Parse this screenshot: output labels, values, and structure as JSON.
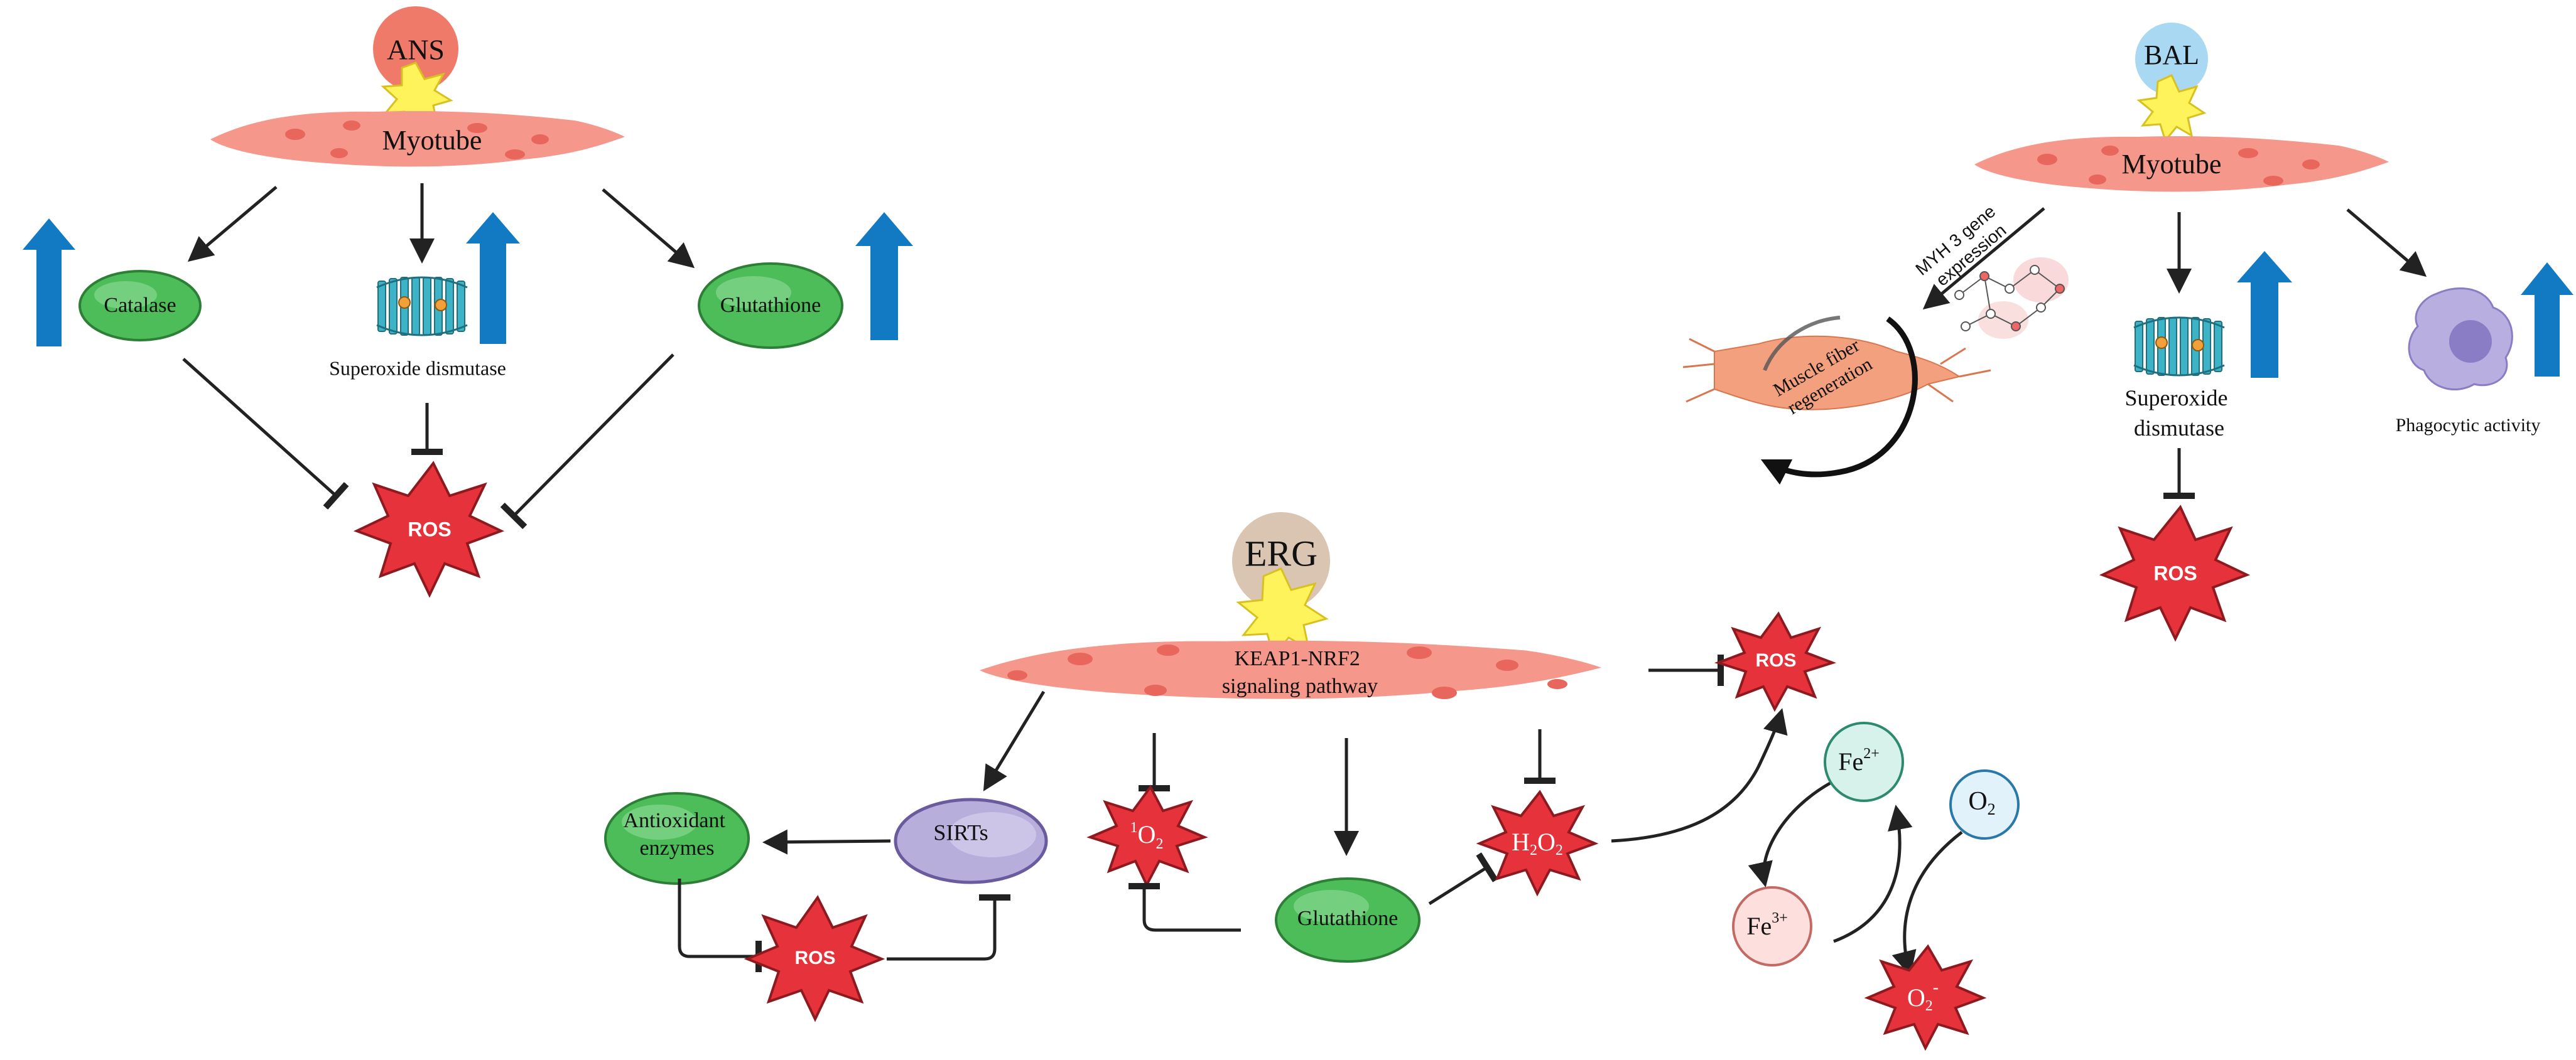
{
  "panels": {
    "ans": {
      "compound": "ANS",
      "cell": "Myotube",
      "catalase": "Catalase",
      "sod": "Superoxide dismutase",
      "glutathione": "Glutathione",
      "ros": "ROS"
    },
    "bal": {
      "compound": "BAL",
      "cell": "Myotube",
      "gene_expression_line1": "MYH 3 gene",
      "gene_expression_line2": "expression",
      "regeneration_line1": "Muscle fiber",
      "regeneration_line2": "regeneration",
      "sod_line1": "Superoxide",
      "sod_line2": "dismutase",
      "phagocytic": "Phagocytic activity",
      "ros": "ROS"
    },
    "erg": {
      "compound": "ERG",
      "pathway_line1": "KEAP1-NRF2",
      "pathway_line2": "signaling pathway",
      "ros_top": "ROS",
      "sirts": "SIRTs",
      "antioxidant_line1": "Antioxidant",
      "antioxidant_line2": "enzymes",
      "ros_bottom": "ROS",
      "singlet_sup": "1",
      "singlet_main": "O",
      "singlet_sub": "2",
      "glutathione": "Glutathione",
      "h2o2_a": "H",
      "h2o2_sub1": "2",
      "h2o2_b": "O",
      "h2o2_sub2": "2",
      "fe2_main": "Fe",
      "fe2_sup": "2+",
      "fe3_main": "Fe",
      "fe3_sup": "3+",
      "o2_main": "O",
      "o2_sub": "2",
      "superoxide_main": "O",
      "superoxide_sub": "2",
      "superoxide_sup": "-"
    }
  },
  "colors": {
    "myotube_fill": "#f5978a",
    "myotube_spot": "#e8665c",
    "ans_circle": "#f07a6a",
    "bal_circle": "#a9d8f2",
    "erg_circle": "#d9c5b2",
    "burst": "#fff35c",
    "ros_fill": "#e5323b",
    "green_fill": "#4cbd58",
    "green_stroke": "#2d7e36",
    "sirts_fill": "#b7aedb",
    "sirts_stroke": "#6a5a9e",
    "up_arrow": "#1279c3",
    "fe2_fill": "#d6f2ea",
    "fe3_fill": "#fde0dd",
    "o2_fill": "#e1f2fb",
    "protein": "#3cb3c7",
    "fiber": "#f3a07f",
    "macrophage": "#b9aee0"
  }
}
